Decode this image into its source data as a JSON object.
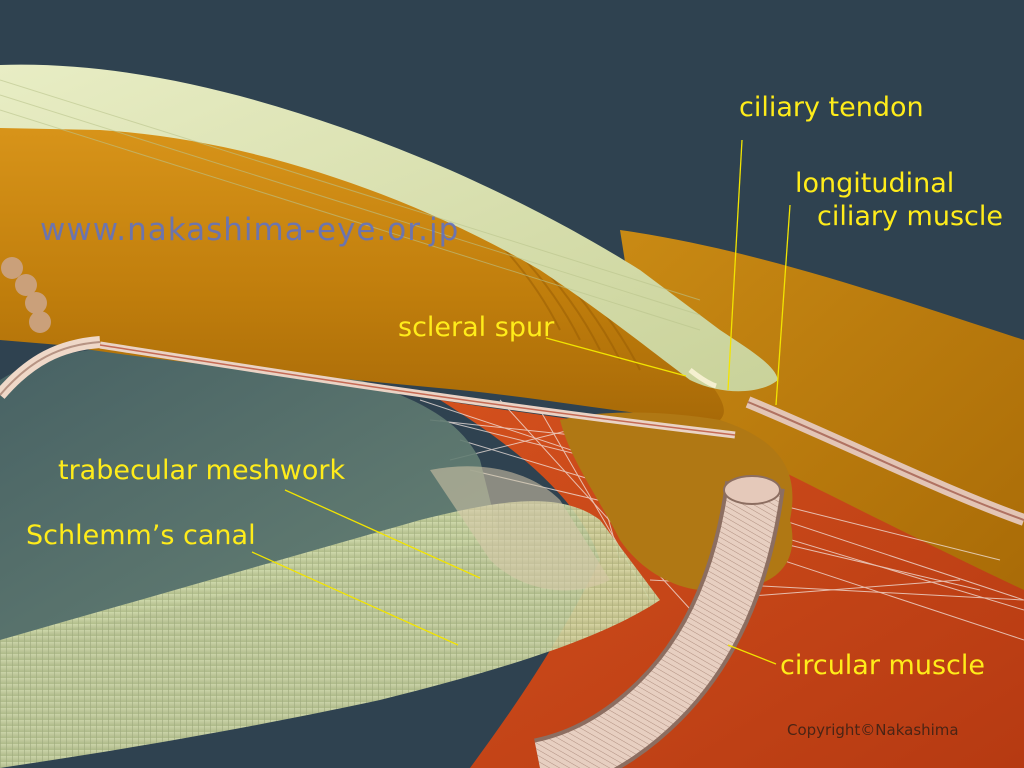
{
  "labels": {
    "ciliary_tendon": "ciliary tendon",
    "longitudinal_line1": "longitudinal",
    "longitudinal_line2": "ciliary muscle",
    "scleral_spur": "scleral spur",
    "trabecular_meshwork": "trabecular meshwork",
    "schlemms_canal": "Schlemm’s canal",
    "circular_muscle": "circular muscle"
  },
  "watermark": "www.nakashima-eye.or.jp",
  "copyright": "Copyright©Nakashima",
  "colors": {
    "background": "#2f4250",
    "sclera": "#c5860e",
    "ciliary_body": "#c74217",
    "cornea": "#d9dfae",
    "label": "#ffec1a",
    "leader_line": "#f2e400"
  }
}
